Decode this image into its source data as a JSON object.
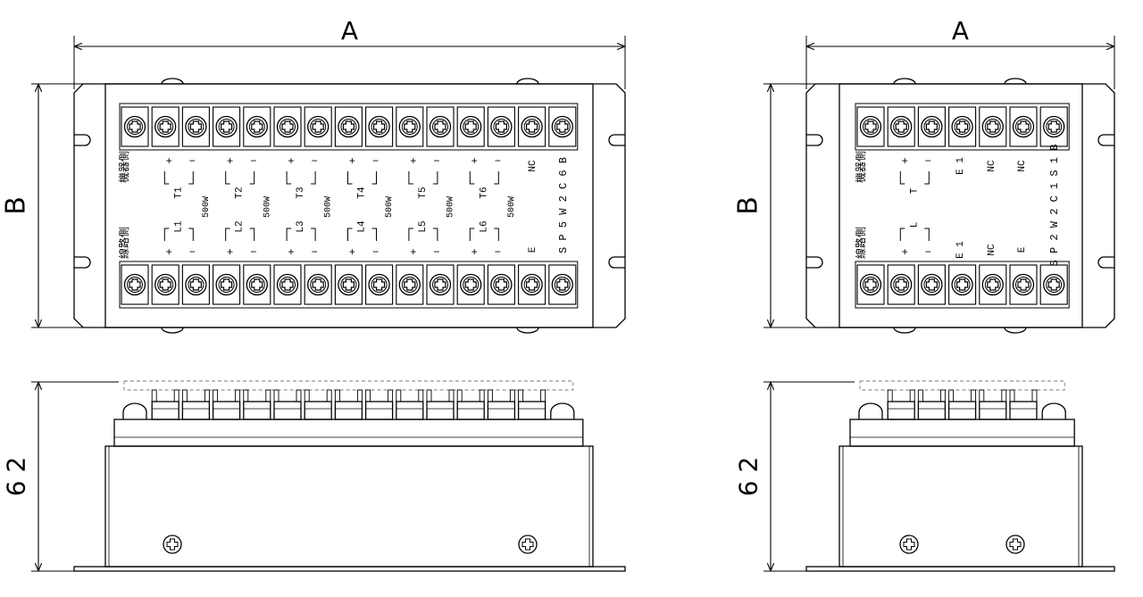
{
  "drawings": [
    {
      "model": "SP5W2C6B",
      "width_label": "A",
      "height_label": "B",
      "depth_label": "6 2",
      "top_row_side_label": "機器側",
      "bottom_row_side_label": "線路側",
      "terminal_count": 15,
      "channels": [
        {
          "top": "T1",
          "bottom": "L1",
          "rating": "500W"
        },
        {
          "top": "T2",
          "bottom": "L2",
          "rating": "500W"
        },
        {
          "top": "T3",
          "bottom": "L3",
          "rating": "500W"
        },
        {
          "top": "T4",
          "bottom": "L4",
          "rating": "500W"
        },
        {
          "top": "T5",
          "bottom": "L5",
          "rating": "500W"
        },
        {
          "top": "T6",
          "bottom": "L6",
          "rating": "500W"
        }
      ],
      "top_extra": "NC",
      "bottom_extra": "E",
      "plus": "+",
      "minus": "−"
    },
    {
      "model": "SP2W2C1S1B",
      "width_label": "A",
      "height_label": "B",
      "depth_label": "6 2",
      "top_row_side_label": "機器側",
      "bottom_row_side_label": "線路側",
      "terminal_count": 7,
      "channels": [
        {
          "top": "T",
          "bottom": "L",
          "rating": ""
        }
      ],
      "top_labels": [
        "E 1",
        "NC",
        "NC"
      ],
      "bottom_labels": [
        "E 1",
        "NC",
        "E"
      ],
      "plus": "+",
      "minus": "−"
    }
  ]
}
